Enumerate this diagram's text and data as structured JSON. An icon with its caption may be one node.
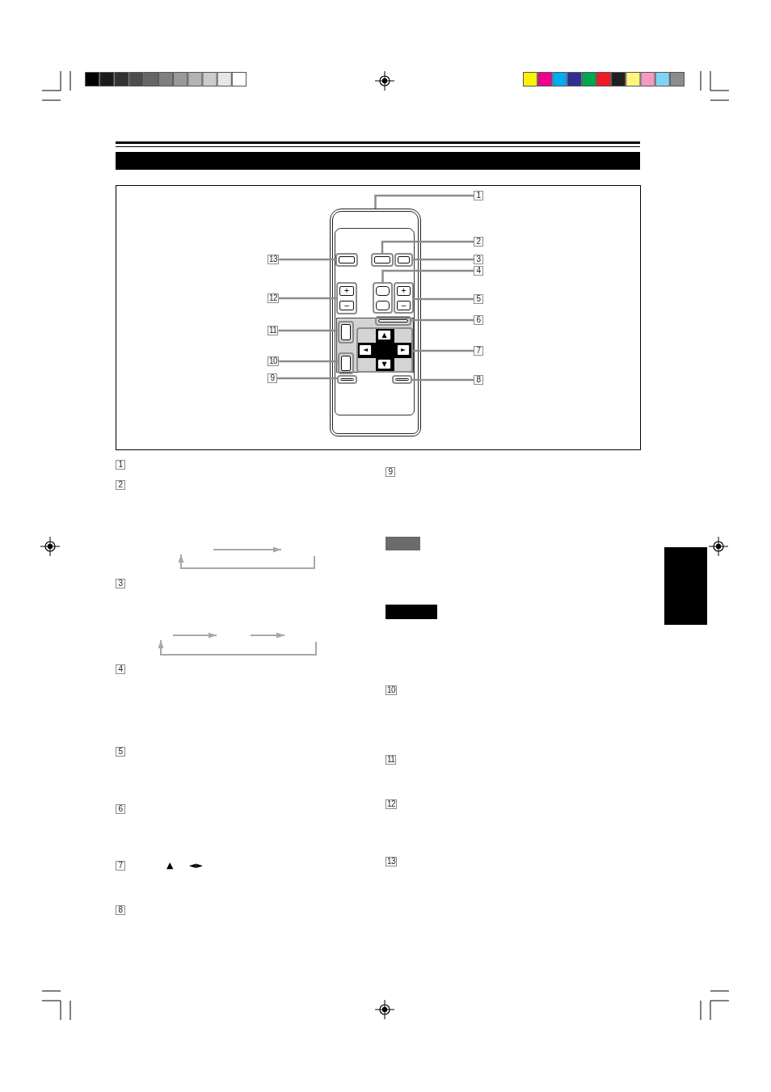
{
  "diagram": {
    "nodes": [
      {
        "text": [],
        "shape": "bar"
      },
      {
        "text": [
          "1"
        ]
      },
      {
        "text": [],
        "shape": "box"
      },
      {
        "text": [
          "13"
        ]
      },
      {
        "text": [],
        "shape": "box",
        "in": 2
      },
      {
        "text": [
          "2"
        ]
      },
      {
        "text": [],
        "shape": "box",
        "in": 2
      },
      {
        "text": [],
        "shape": "box",
        "in": 2
      },
      {
        "text": [
          "3"
        ]
      },
      {
        "text": [
          "4"
        ]
      },
      {
        "text": [
          "12"
        ]
      },
      {
        "text": [],
        "shape": "box",
        "in": 2
      },
      {
        "text": [
          "+"
        ],
        "in": 11
      },
      {
        "text": [
          "–"
        ],
        "in": 11
      },
      {
        "text": [],
        "shape": "box",
        "in": 2
      },
      {
        "text": [],
        "shape": "box",
        "in": 14
      },
      {
        "text": [],
        "shape": "box",
        "in": 14
      },
      {
        "text": [],
        "shape": "box",
        "in": 2
      },
      {
        "text": [
          "+"
        ],
        "in": 17
      },
      {
        "text": [
          "–"
        ],
        "in": 17
      },
      {
        "text": [
          "5"
        ]
      },
      {
        "text": [],
        "shape": "box",
        "in": 2
      },
      {
        "text": [
          "6"
        ]
      },
      {
        "text": [
          "11"
        ]
      },
      {
        "text": [],
        "shape": "box",
        "in": 2
      },
      {
        "text": [],
        "shape": "box",
        "in": 2
      },
      {
        "text": [
          "▲"
        ],
        "in": 25
      },
      {
        "text": [
          "◄"
        ],
        "in": 25
      },
      {
        "text": [
          "►"
        ],
        "in": 25
      },
      {
        "text": [
          "▼"
        ],
        "in": 25
      },
      {
        "text": [
          "7"
        ]
      },
      {
        "text": [
          "10"
        ]
      },
      {
        "text": [],
        "shape": "box",
        "in": 2
      },
      {
        "text": [
          "9"
        ]
      },
      {
        "text": [],
        "shape": "box",
        "in": 2
      },
      {
        "text": [],
        "shape": "box",
        "in": 2
      },
      {
        "text": [
          "8"
        ]
      },
      {
        "text": [],
        "shape": "box"
      }
    ],
    "edges": [
      {
        "from": 1,
        "to": 2,
        "arrow": "none"
      },
      {
        "from": 3,
        "to": 4,
        "arrow": "none"
      },
      {
        "from": 5,
        "to": 6,
        "arrow": "none"
      },
      {
        "from": 8,
        "to": 7,
        "arrow": "none"
      },
      {
        "from": 9,
        "to": 14,
        "arrow": "none"
      },
      {
        "from": 10,
        "to": 11,
        "arrow": "none"
      },
      {
        "from": 20,
        "to": 17,
        "arrow": "none"
      },
      {
        "from": 22,
        "to": 21,
        "arrow": "none"
      },
      {
        "from": 23,
        "to": 24,
        "arrow": "none"
      },
      {
        "from": 30,
        "to": 25,
        "arrow": "none"
      },
      {
        "from": 31,
        "to": 32,
        "arrow": "none"
      },
      {
        "from": 33,
        "to": 34,
        "arrow": "none"
      },
      {
        "from": 36,
        "to": 35,
        "arrow": "none"
      }
    ],
    "labels": [
      "1",
      "2",
      "3",
      "4",
      "5",
      "6",
      "7",
      "▲",
      "◄►",
      "8",
      "9",
      "10",
      "11",
      "12",
      "13"
    ]
  }
}
